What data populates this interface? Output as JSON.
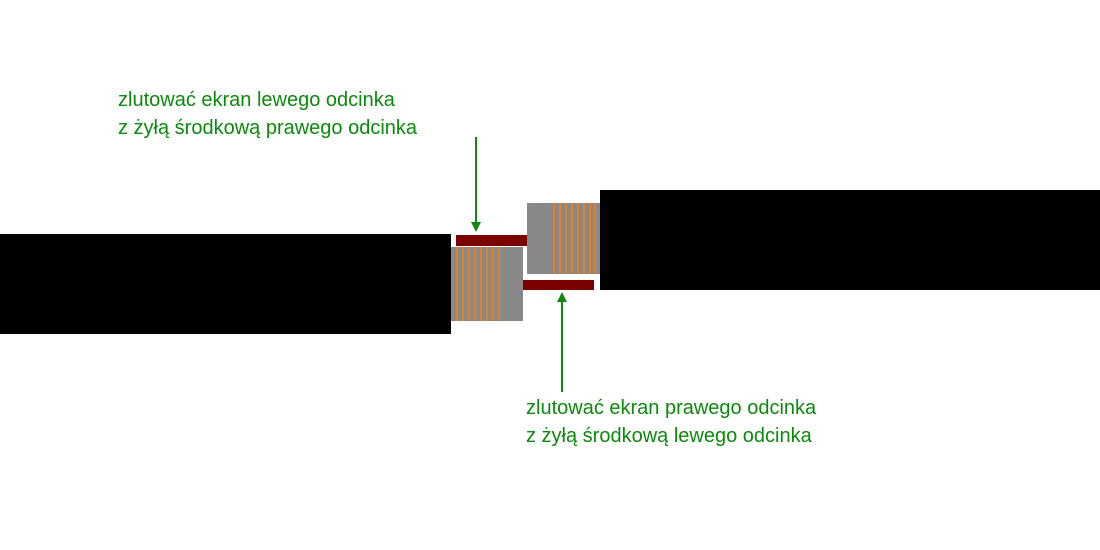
{
  "labels": {
    "top": {
      "line1": "zlutować ekran lewego odcinka",
      "line2": "z żyłą środkową prawego odcinka"
    },
    "bottom": {
      "line1": "zlutować ekran prawego odcinka",
      "line2": "z żyłą środkową lewego odcinka"
    }
  },
  "colors": {
    "cable_jacket": "#000000",
    "shield_base": "#888888",
    "shield_wire": "#e07f23",
    "center_conductor": "#7b0000",
    "annotation": "#0b8a0b",
    "background": "#ffffff"
  }
}
